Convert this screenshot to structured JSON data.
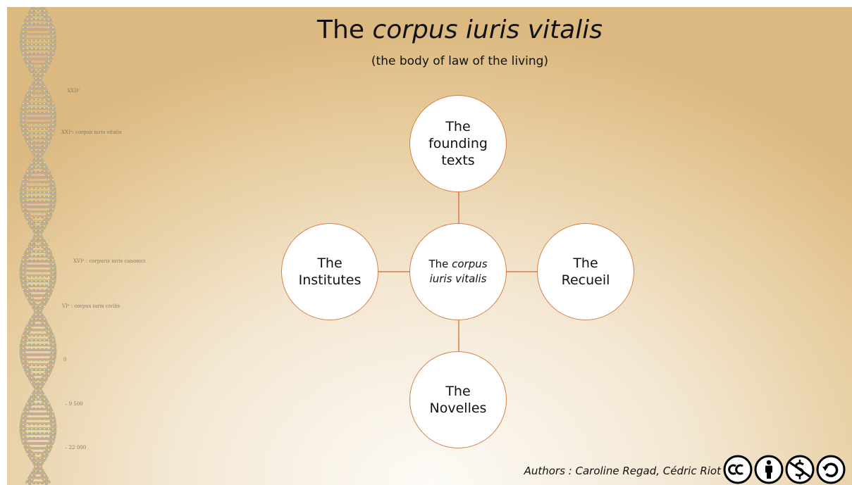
{
  "slide": {
    "title_prefix": "The ",
    "title_italic": "corpus iuris vitalis",
    "subtitle": "(the body of law of the living)"
  },
  "timeline": {
    "labels": [
      "XXIIᵉ",
      "XXIᵉ: corpus iuris vitalis",
      "XVIᵉ : corpuris iuris canonici",
      "VIᵉ : corpus iuris civilis",
      "0",
      "– 9 500",
      "– 22 000"
    ]
  },
  "diagram": {
    "center": {
      "prefix": "The ",
      "italic": "corpus iuris vitalis"
    },
    "top": "The founding texts",
    "left": "The Institutes",
    "right": "The Recueil",
    "bottom": "The Novelles",
    "colors": {
      "outline": "#d77f45",
      "connector": "#d77f45",
      "fill": "#ffffff"
    }
  },
  "footer": {
    "authors": "Authors : Caroline Regad, Cédric Riot",
    "license_icons": [
      "cc-icon",
      "by-icon",
      "nc-icon",
      "sa-icon"
    ]
  }
}
